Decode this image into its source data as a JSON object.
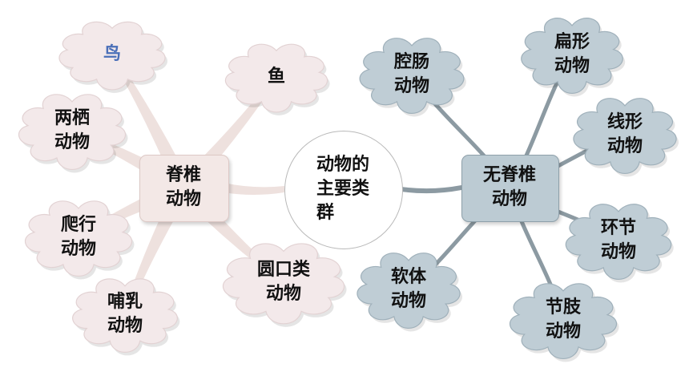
{
  "center": {
    "lines": [
      "动物的",
      "主要类",
      "群"
    ]
  },
  "vertebrate": {
    "hub_lines": [
      "脊椎",
      "动物"
    ],
    "hub_color": "#f3e8e6",
    "cloud_color": "#f3e9ea",
    "branch_color": "#eee1de",
    "branches": [
      {
        "id": "bird",
        "lines": [
          "鸟"
        ],
        "color": "#4a6fb8"
      },
      {
        "id": "fish",
        "lines": [
          "鱼"
        ]
      },
      {
        "id": "amphibian",
        "lines": [
          "两栖",
          "动物"
        ]
      },
      {
        "id": "reptile",
        "lines": [
          "爬行",
          "动物"
        ]
      },
      {
        "id": "mammal",
        "lines": [
          "哺乳",
          "动物"
        ]
      },
      {
        "id": "cyclostome",
        "lines": [
          "圆口类",
          "动物"
        ]
      }
    ]
  },
  "invertebrate": {
    "hub_lines": [
      "无脊椎",
      "动物"
    ],
    "hub_color": "#bccbd3",
    "cloud_color": "#bfcdd5",
    "branch_color": "#8c9aa2",
    "branches": [
      {
        "id": "coelenterate",
        "lines": [
          "腔肠",
          "动物"
        ]
      },
      {
        "id": "platyhelminth",
        "lines": [
          "扁形",
          "动物"
        ]
      },
      {
        "id": "nematode",
        "lines": [
          "线形",
          "动物"
        ]
      },
      {
        "id": "annelid",
        "lines": [
          "环节",
          "动物"
        ]
      },
      {
        "id": "arthropod",
        "lines": [
          "节肢",
          "动物"
        ]
      },
      {
        "id": "mollusk",
        "lines": [
          "软体",
          "动物"
        ]
      }
    ]
  }
}
